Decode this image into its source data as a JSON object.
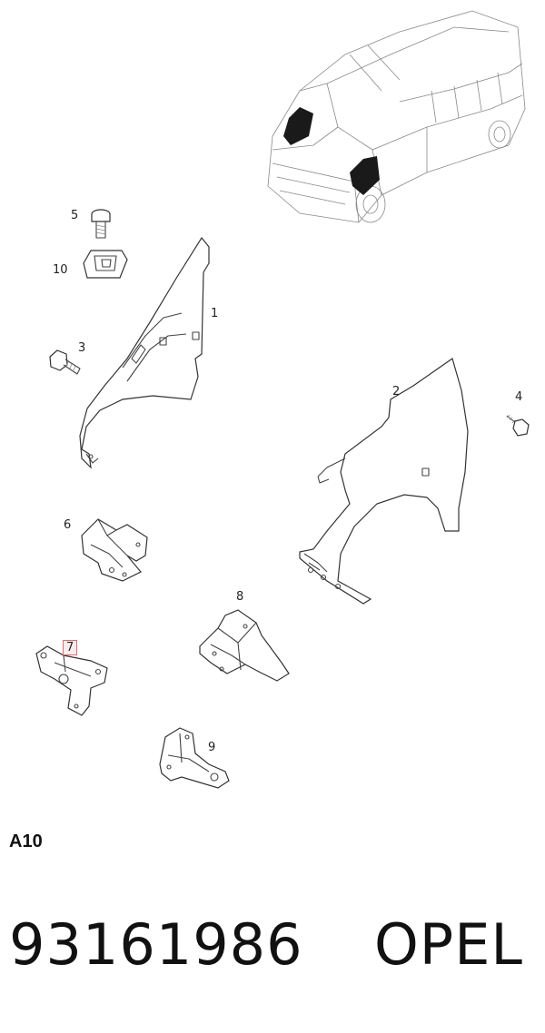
{
  "callouts": {
    "c1": "1",
    "c2": "2",
    "c3": "3",
    "c4": "4",
    "c5": "5",
    "c6": "6",
    "c7": "7",
    "c8": "8",
    "c9": "9",
    "c10": "10"
  },
  "highlighted_callout": "7",
  "section_code": "A10",
  "part_number": "93161986",
  "brand": "OPEL",
  "colors": {
    "highlight_border": "#e06a6a",
    "highlight_fill": "#fbecec",
    "line": "#444444"
  }
}
